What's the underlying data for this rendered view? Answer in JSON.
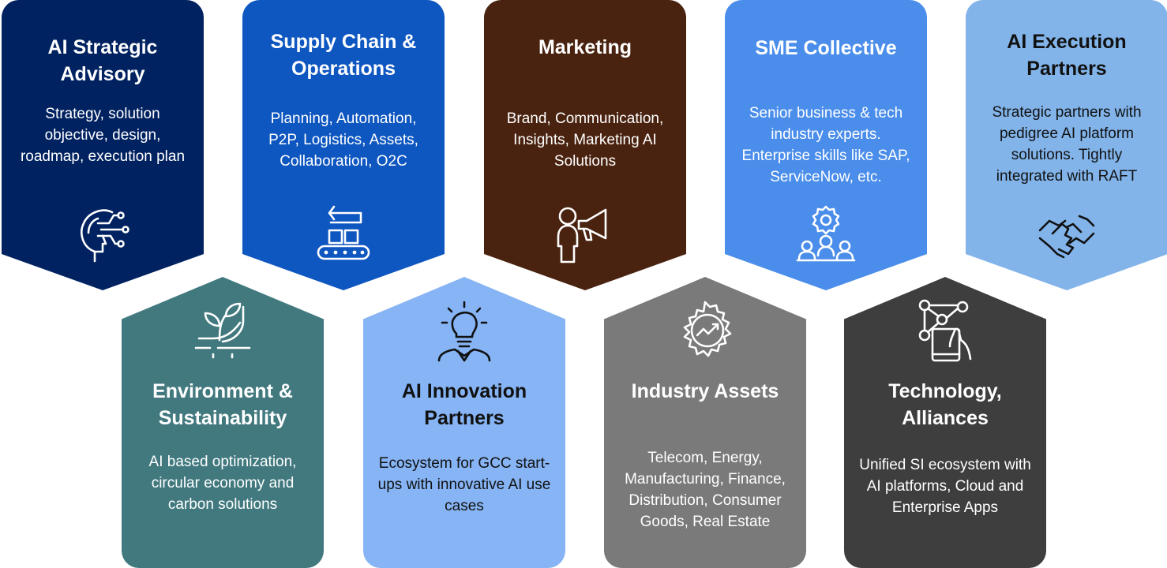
{
  "tiles_top": [
    {
      "title": "AI Strategic Advisory",
      "desc": "Strategy, solution objective, design, roadmap, execution plan",
      "color": "#002260",
      "icon": "ai-head-circuit-icon"
    },
    {
      "title": "Supply Chain & Operations",
      "desc": "Planning, Automation, P2P, Logistics, Assets, Collaboration, O2C",
      "color": "#0E56C0",
      "icon": "conveyor-arrow-icon"
    },
    {
      "title": "Marketing",
      "desc": "Brand, Communication, Insights, Marketing AI Solutions",
      "color": "#4A2310",
      "icon": "megaphone-person-icon"
    },
    {
      "title": "SME Collective",
      "desc": "Senior business & tech industry experts. Enterprise skills like SAP, ServiceNow, etc.",
      "color": "#4A8DEA",
      "icon": "gear-team-icon"
    },
    {
      "title": "AI Execution Partners",
      "desc": "Strategic partners with pedigree AI platform solutions. Tightly integrated with RAFT",
      "color": "#82B4EA",
      "icon": "handshake-icon"
    }
  ],
  "tiles_bottom": [
    {
      "title": "Environment & Sustainability",
      "desc": "AI based optimization, circular economy and carbon solutions",
      "color": "#41797F",
      "icon": "plant-hand-icon"
    },
    {
      "title": "AI Innovation Partners",
      "desc": "Ecosystem for GCC start-ups with innovative AI use cases",
      "color": "#86B4F4",
      "icon": "lightbulb-person-icon"
    },
    {
      "title": "Industry Assets",
      "desc": "Telecom, Energy, Manufacturing, Finance, Distribution, Consumer Goods, Real Estate",
      "color": "#7A7A7A",
      "icon": "gear-chart-icon"
    },
    {
      "title": "Technology, Alliances",
      "desc": "Unified SI ecosystem with AI platforms, Cloud and Enterprise Apps",
      "color": "#3E3E3E",
      "icon": "tablet-network-icon"
    }
  ]
}
